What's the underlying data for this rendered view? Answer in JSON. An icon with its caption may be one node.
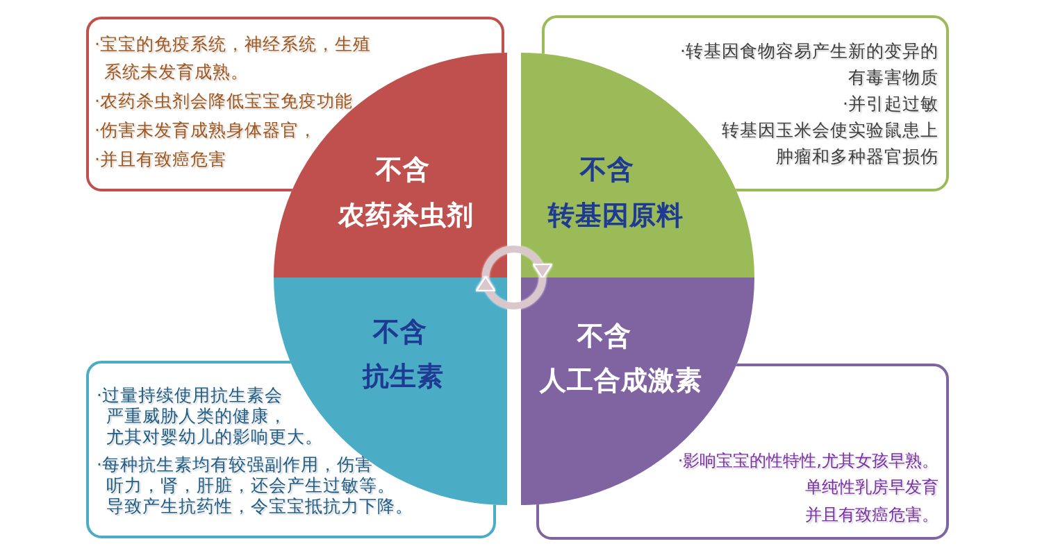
{
  "diagram": {
    "nodes": [
      {
        "text": [
          "·宝宝的免疫系统，神经系统，生殖系统未发育成熟。",
          "·农药杀虫剂会降低宝宝免疫功能",
          "·伤害未发育成熟身体器官，",
          "·并且有致癌危害"
        ]
      },
      {
        "text": [
          "·转基因食物容易产生新的变异的有毒害物质",
          "·并引起过敏",
          "转基因玉米会使实验鼠患上肿瘤和多种器官损伤"
        ]
      },
      {
        "text": [
          "不含",
          "农药杀虫剂"
        ]
      },
      {
        "text": [
          "不含",
          "转基因原料"
        ]
      },
      {
        "text": [
          "不含",
          "抗生素"
        ]
      },
      {
        "text": [
          "不含",
          "人工合成激素"
        ]
      },
      {
        "text": [
          "·过量持续使用抗生素会严重威胁人类的健康，尤其对婴幼儿的影响更大。",
          "·每种抗生素均有较强副作用，伤害听力，肾，肝脏，还会产生过敏等。导致产生抗药性，令宝宝抵抗力下降。"
        ]
      },
      {
        "text": [
          "·影响宝宝的性特性,尤其女孩早熟。单纯性乳房早发育并且有致癌危害。"
        ]
      }
    ],
    "edges": [
      {
        "from": 2,
        "to": 3,
        "arrow": "to"
      },
      {
        "from": 5,
        "to": 4,
        "arrow": "to"
      }
    ]
  }
}
